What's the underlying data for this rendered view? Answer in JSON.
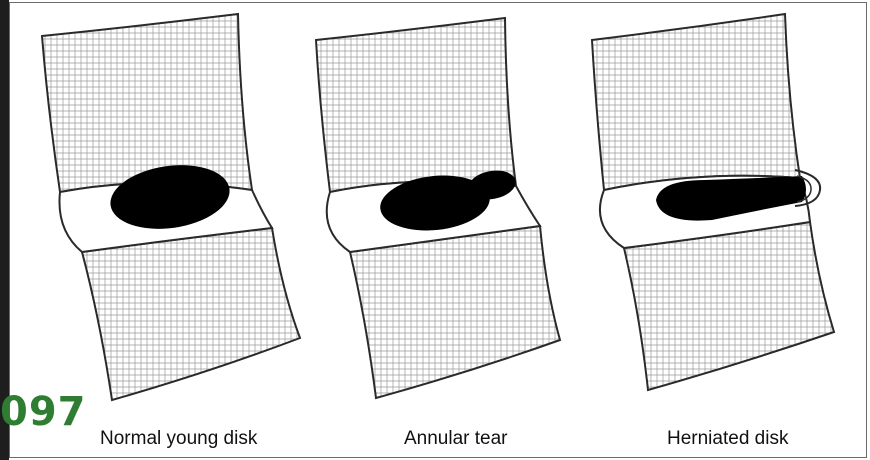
{
  "page_number": "097",
  "panels": [
    {
      "caption": "Normal young disk"
    },
    {
      "caption": "Annular tear"
    },
    {
      "caption": "Herniated disk"
    }
  ],
  "colors": {
    "outline": "#2a2a2a",
    "hatch": "#9a9a9a",
    "nucleus": "#000000",
    "page_number": "#2e7d32",
    "left_bar": "#1e1e1e"
  }
}
